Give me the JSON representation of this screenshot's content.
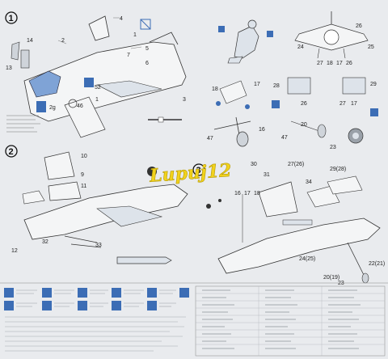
{
  "steps": [
    {
      "id": "1"
    },
    {
      "id": "2"
    },
    {
      "id": "3"
    }
  ],
  "watermark": "Lupuj12",
  "parts": {
    "s1": [
      "4",
      "2",
      "1",
      "14",
      "13",
      "7",
      "5",
      "6",
      "3",
      "52",
      "2g",
      "46",
      "1"
    ],
    "s1b": [
      "26",
      "25",
      "24",
      "27",
      "18",
      "17",
      "26"
    ],
    "s1c": [
      "18",
      "17",
      "28",
      "29",
      "26",
      "27",
      "17",
      "47",
      "16",
      "20",
      "23",
      "47"
    ],
    "s2": [
      "10",
      "9",
      "11",
      "32",
      "33",
      "12"
    ],
    "s3": [
      "30",
      "27(26)",
      "29(28)",
      "16",
      "17",
      "18",
      "31",
      "34",
      "24(25)",
      "22(21)",
      "20(19)",
      "23"
    ]
  },
  "colors": {
    "accent_blue": "#3c6db5",
    "paper": "#e9ebee",
    "ink": "#2a2a2a"
  }
}
